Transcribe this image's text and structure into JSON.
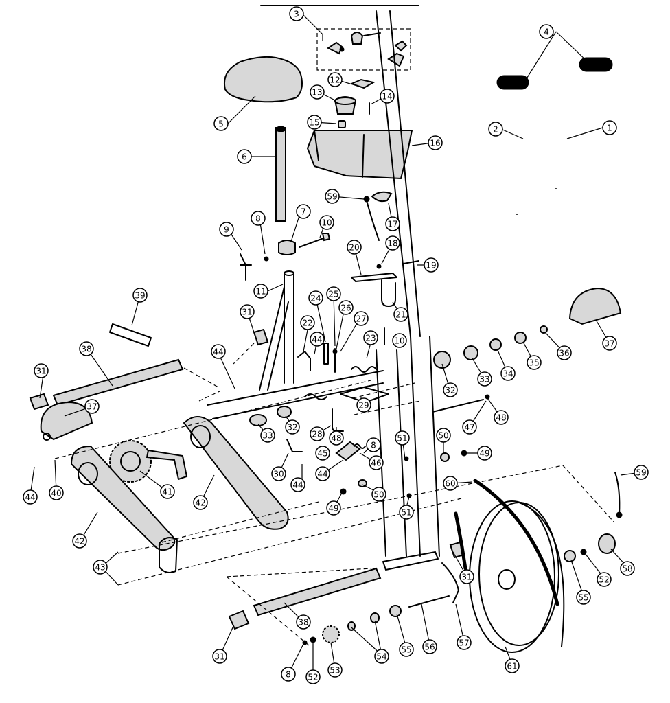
{
  "diagram": {
    "callouts": [
      {
        "id": "c1",
        "label": "1"
      },
      {
        "id": "c2",
        "label": "2"
      },
      {
        "id": "c3",
        "label": "3"
      },
      {
        "id": "c4",
        "label": "4"
      },
      {
        "id": "c5",
        "label": "5"
      },
      {
        "id": "c6",
        "label": "6"
      },
      {
        "id": "c7",
        "label": "7"
      },
      {
        "id": "c8a",
        "label": "8"
      },
      {
        "id": "c8b",
        "label": "8"
      },
      {
        "id": "c8c",
        "label": "8"
      },
      {
        "id": "c9",
        "label": "9"
      },
      {
        "id": "c10a",
        "label": "10"
      },
      {
        "id": "c10b",
        "label": "10"
      },
      {
        "id": "c11",
        "label": "11"
      },
      {
        "id": "c12",
        "label": "12"
      },
      {
        "id": "c13",
        "label": "13"
      },
      {
        "id": "c14",
        "label": "14"
      },
      {
        "id": "c15",
        "label": "15"
      },
      {
        "id": "c16",
        "label": "16"
      },
      {
        "id": "c17",
        "label": "17"
      },
      {
        "id": "c18",
        "label": "18"
      },
      {
        "id": "c19",
        "label": "19"
      },
      {
        "id": "c20",
        "label": "20"
      },
      {
        "id": "c21",
        "label": "21"
      },
      {
        "id": "c22",
        "label": "22"
      },
      {
        "id": "c23",
        "label": "23"
      },
      {
        "id": "c24",
        "label": "24"
      },
      {
        "id": "c25",
        "label": "25"
      },
      {
        "id": "c26",
        "label": "26"
      },
      {
        "id": "c27",
        "label": "27"
      },
      {
        "id": "c28",
        "label": "28"
      },
      {
        "id": "c29",
        "label": "29"
      },
      {
        "id": "c30",
        "label": "30"
      },
      {
        "id": "c31a",
        "label": "31"
      },
      {
        "id": "c31b",
        "label": "31"
      },
      {
        "id": "c31c",
        "label": "31"
      },
      {
        "id": "c31d",
        "label": "31"
      },
      {
        "id": "c32a",
        "label": "32"
      },
      {
        "id": "c32b",
        "label": "32"
      },
      {
        "id": "c33a",
        "label": "33"
      },
      {
        "id": "c33b",
        "label": "33"
      },
      {
        "id": "c34",
        "label": "34"
      },
      {
        "id": "c35",
        "label": "35"
      },
      {
        "id": "c36",
        "label": "36"
      },
      {
        "id": "c37a",
        "label": "37"
      },
      {
        "id": "c37b",
        "label": "37"
      },
      {
        "id": "c38a",
        "label": "38"
      },
      {
        "id": "c38b",
        "label": "38"
      },
      {
        "id": "c39",
        "label": "39"
      },
      {
        "id": "c40",
        "label": "40"
      },
      {
        "id": "c41",
        "label": "41"
      },
      {
        "id": "c42a",
        "label": "42"
      },
      {
        "id": "c42b",
        "label": "42"
      },
      {
        "id": "c43",
        "label": "43"
      },
      {
        "id": "c44a",
        "label": "44"
      },
      {
        "id": "c44b",
        "label": "44"
      },
      {
        "id": "c44c",
        "label": "44"
      },
      {
        "id": "c44d",
        "label": "44"
      },
      {
        "id": "c44e",
        "label": "44"
      },
      {
        "id": "c45",
        "label": "45"
      },
      {
        "id": "c46",
        "label": "46"
      },
      {
        "id": "c47",
        "label": "47"
      },
      {
        "id": "c48a",
        "label": "48"
      },
      {
        "id": "c48b",
        "label": "48"
      },
      {
        "id": "c49a",
        "label": "49"
      },
      {
        "id": "c49b",
        "label": "49"
      },
      {
        "id": "c50a",
        "label": "50"
      },
      {
        "id": "c50b",
        "label": "50"
      },
      {
        "id": "c51a",
        "label": "51"
      },
      {
        "id": "c51b",
        "label": "51"
      },
      {
        "id": "c52a",
        "label": "52"
      },
      {
        "id": "c52b",
        "label": "52"
      },
      {
        "id": "c53",
        "label": "53"
      },
      {
        "id": "c54",
        "label": "54"
      },
      {
        "id": "c55a",
        "label": "55"
      },
      {
        "id": "c55b",
        "label": "55"
      },
      {
        "id": "c56",
        "label": "56"
      },
      {
        "id": "c57",
        "label": "57"
      },
      {
        "id": "c58",
        "label": "58"
      },
      {
        "id": "c59a",
        "label": "59"
      },
      {
        "id": "c59b",
        "label": "59"
      },
      {
        "id": "c60",
        "label": "60"
      },
      {
        "id": "c61",
        "label": "61"
      }
    ]
  }
}
